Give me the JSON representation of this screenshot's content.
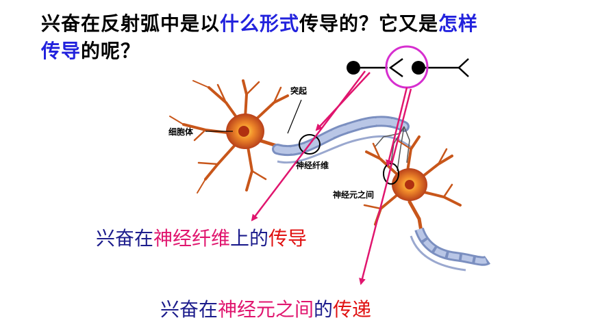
{
  "question": {
    "line1": [
      {
        "text": "兴奋在反射弧中是以",
        "color": "#000000"
      },
      {
        "text": "什么形式",
        "color": "#2222dd"
      },
      {
        "text": "传导的？它又是",
        "color": "#000000"
      },
      {
        "text": "怎样",
        "color": "#2222dd"
      }
    ],
    "line2": [
      {
        "text": "传导",
        "color": "#2222dd"
      },
      {
        "text": "的呢？",
        "color": "#000000"
      }
    ]
  },
  "labels": {
    "dendrite": "突起",
    "cell_body": "细胞体",
    "nerve_fiber": "神经纤维",
    "between_neurons": "神经元之间"
  },
  "caption1": {
    "a": "兴奋在",
    "b": "神经纤维",
    "c": "上的",
    "d": "传导"
  },
  "caption2": {
    "a": "兴奋在",
    "b": "神经元之间",
    "c": "的",
    "d": "传递"
  },
  "colors": {
    "arrow": "#e0156e",
    "circle_highlight": "#d62ecf",
    "neuron": "#c8561a",
    "myelin": "#6a7fb0"
  }
}
